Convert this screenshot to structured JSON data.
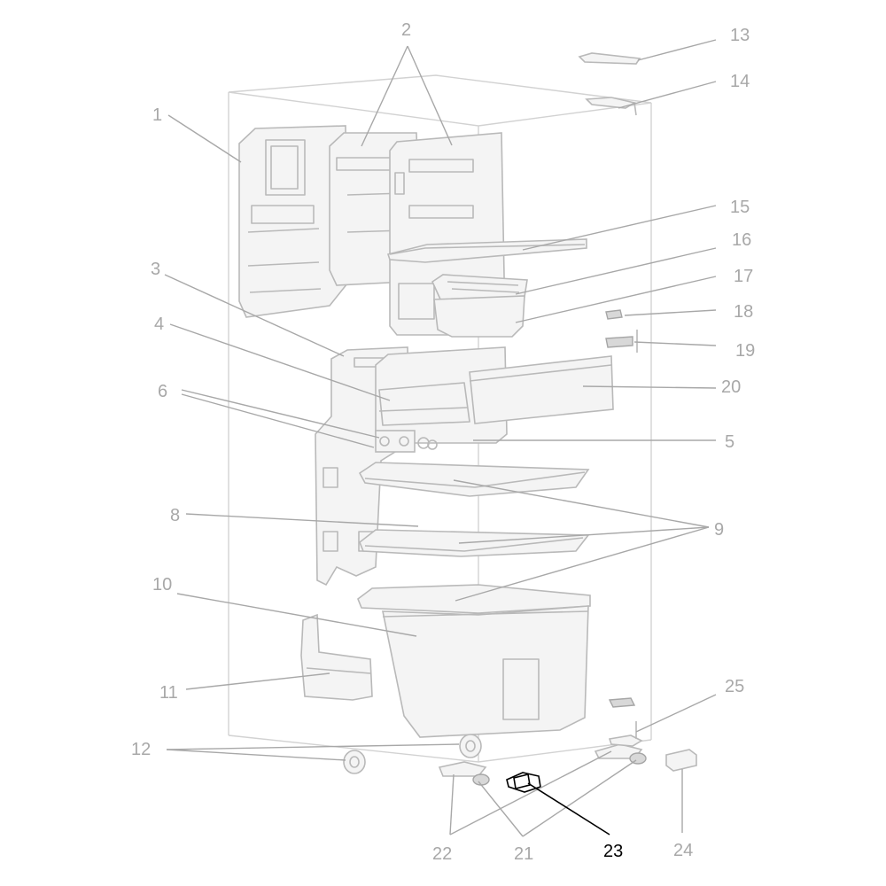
{
  "callouts": [
    {
      "id": "1",
      "text": "1"
    },
    {
      "id": "2",
      "text": "2"
    },
    {
      "id": "3",
      "text": "3"
    },
    {
      "id": "4",
      "text": "4"
    },
    {
      "id": "5",
      "text": "5"
    },
    {
      "id": "6",
      "text": "6"
    },
    {
      "id": "8",
      "text": "8"
    },
    {
      "id": "9",
      "text": "9"
    },
    {
      "id": "10",
      "text": "10"
    },
    {
      "id": "11",
      "text": "11"
    },
    {
      "id": "12",
      "text": "12"
    },
    {
      "id": "13",
      "text": "13"
    },
    {
      "id": "14",
      "text": "14"
    },
    {
      "id": "15",
      "text": "15"
    },
    {
      "id": "16",
      "text": "16"
    },
    {
      "id": "17",
      "text": "17"
    },
    {
      "id": "18",
      "text": "18"
    },
    {
      "id": "19",
      "text": "19"
    },
    {
      "id": "20",
      "text": "20"
    },
    {
      "id": "21",
      "text": "21"
    },
    {
      "id": "22",
      "text": "22"
    },
    {
      "id": "23",
      "text": "23"
    },
    {
      "id": "24",
      "text": "24"
    },
    {
      "id": "25",
      "text": "25"
    }
  ],
  "highlighted_callout": "23",
  "colors": {
    "parts": "#b9b9b9",
    "labels": "#a8a8a8",
    "highlight": "#000000"
  }
}
